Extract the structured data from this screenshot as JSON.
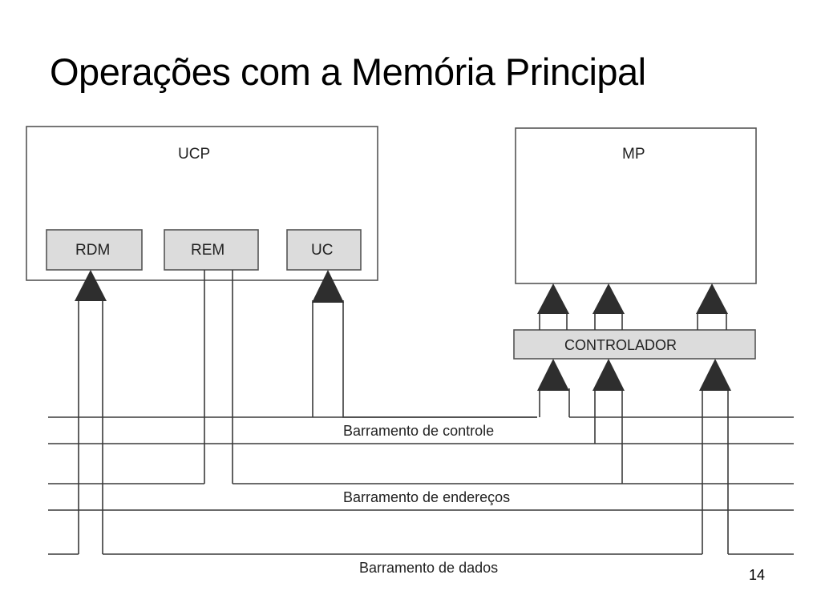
{
  "slide": {
    "title": "Operações com a Memória Principal",
    "number": "14"
  },
  "diagram": {
    "ucp": {
      "label": "UCP",
      "registers": [
        "RDM",
        "REM",
        "UC"
      ]
    },
    "mp": {
      "label": "MP"
    },
    "controller": {
      "label": "CONTROLADOR"
    },
    "buses": {
      "control": "Barramento de controle",
      "address": "Barramento de endereços",
      "data": "Barramento de dados"
    },
    "colors": {
      "box_fill": "#ffffff",
      "register_fill": "#dcdcdc",
      "line": "#3a3a3a",
      "arrow": "#2e2e2e"
    }
  }
}
